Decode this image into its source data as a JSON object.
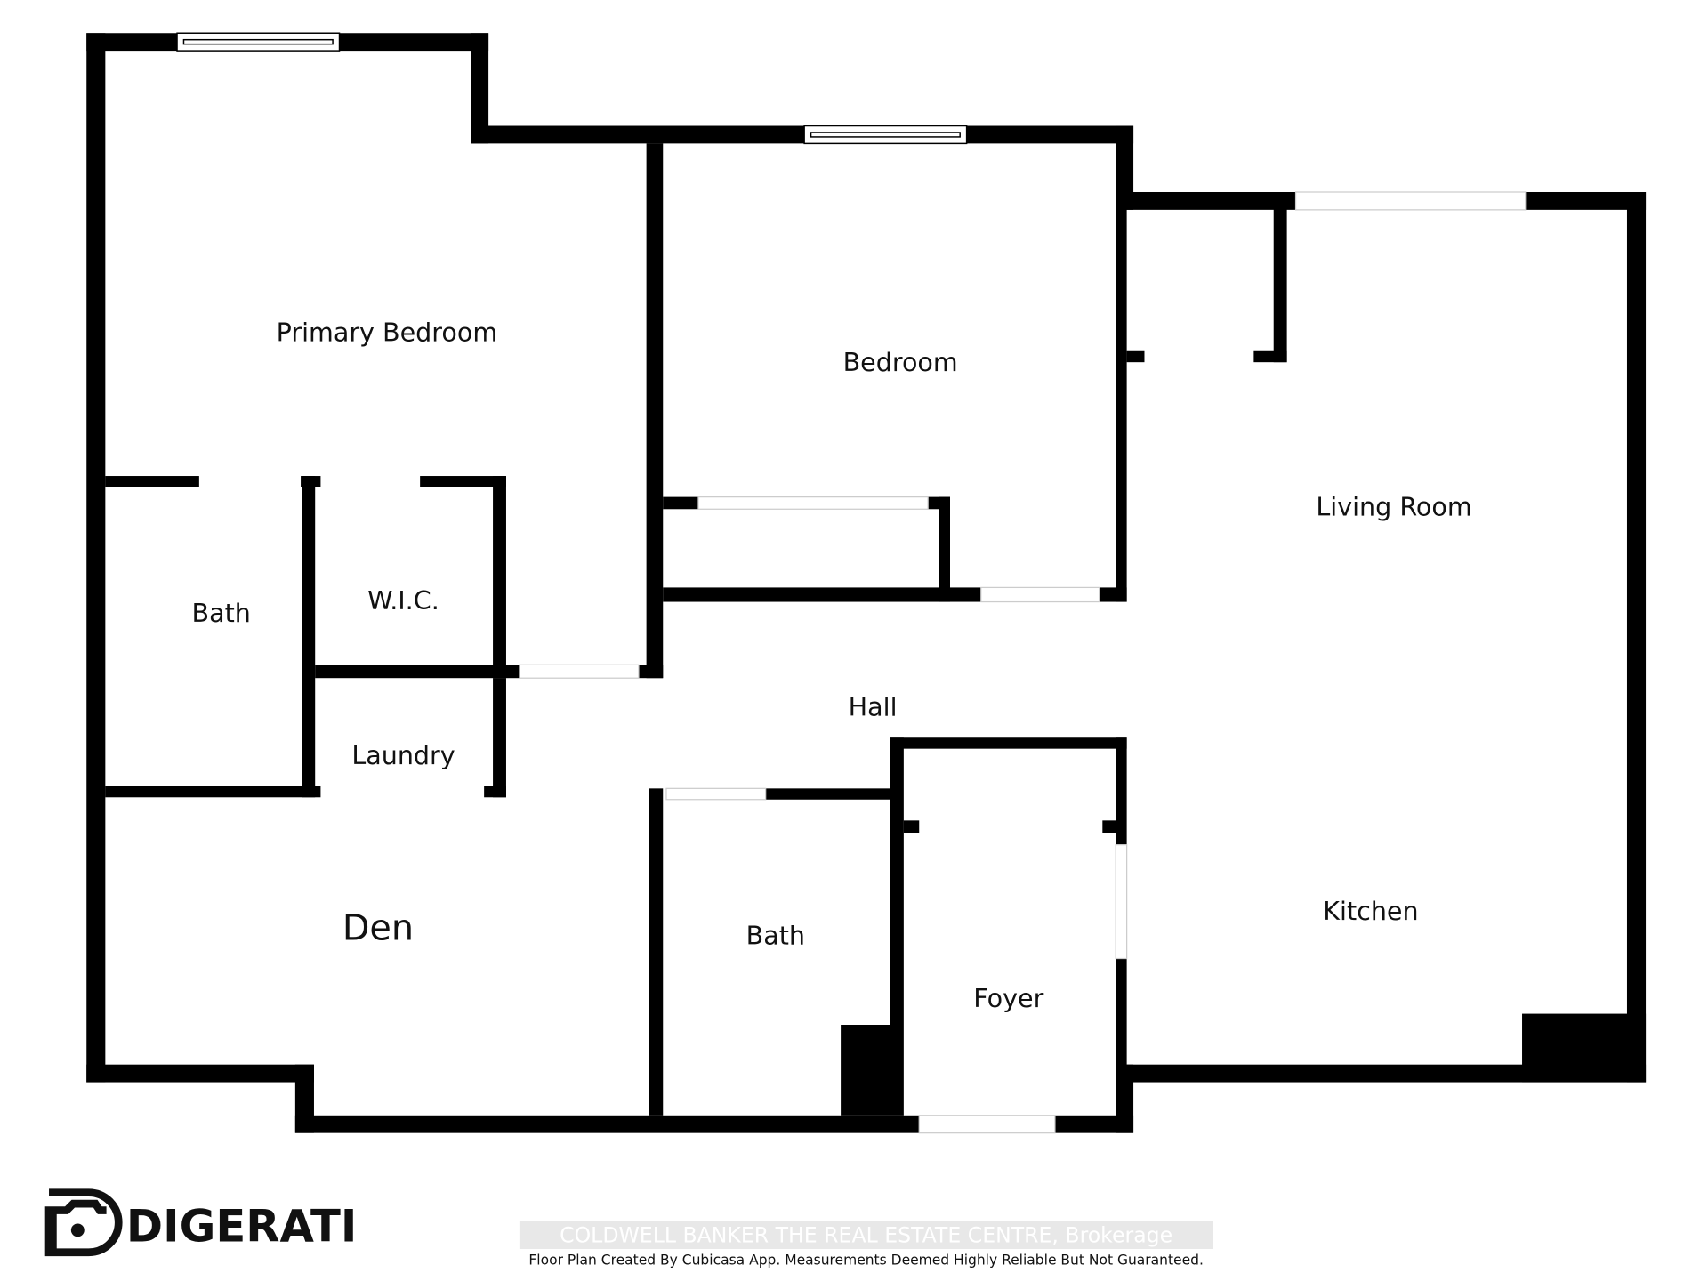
{
  "rooms": {
    "primary_bedroom": "Primary Bedroom",
    "bedroom": "Bedroom",
    "living_room": "Living Room",
    "bath_1": "Bath",
    "wic": "W.I.C.",
    "laundry": "Laundry",
    "hall": "Hall",
    "den": "Den",
    "bath_2": "Bath",
    "foyer": "Foyer",
    "kitchen": "Kitchen"
  },
  "footer": {
    "logo": "DIGERATI",
    "watermark": "COLDWELL BANKER THE REAL ESTATE CENTRE, Brokerage",
    "disclaimer": "Floor Plan Created By Cubicasa App. Measurements Deemed Highly Reliable But Not Guaranteed."
  },
  "colors": {
    "walls": "#000000",
    "background": "#ffffff"
  }
}
